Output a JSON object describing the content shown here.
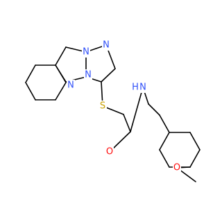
{
  "colors": {
    "background": "#ffffff",
    "bond": "#000000",
    "N": "#3050F8",
    "O": "#FF0D0D",
    "S": "#C8A000",
    "C": "#000000"
  },
  "atoms": {
    "N1": {
      "symbol": "N",
      "text": "N"
    },
    "N2": {
      "symbol": "N",
      "text": "N"
    },
    "N4": {
      "symbol": "N",
      "text": "N"
    },
    "N5": {
      "symbol": "N",
      "text": "N"
    },
    "S": {
      "symbol": "S",
      "text": "S"
    },
    "O": {
      "symbol": "O",
      "text": "O"
    },
    "NH": {
      "symbol": "N",
      "text": "N"
    },
    "H": {
      "symbol": "H",
      "text": "H"
    },
    "OMe": {
      "symbol": "O",
      "text": "O"
    }
  }
}
